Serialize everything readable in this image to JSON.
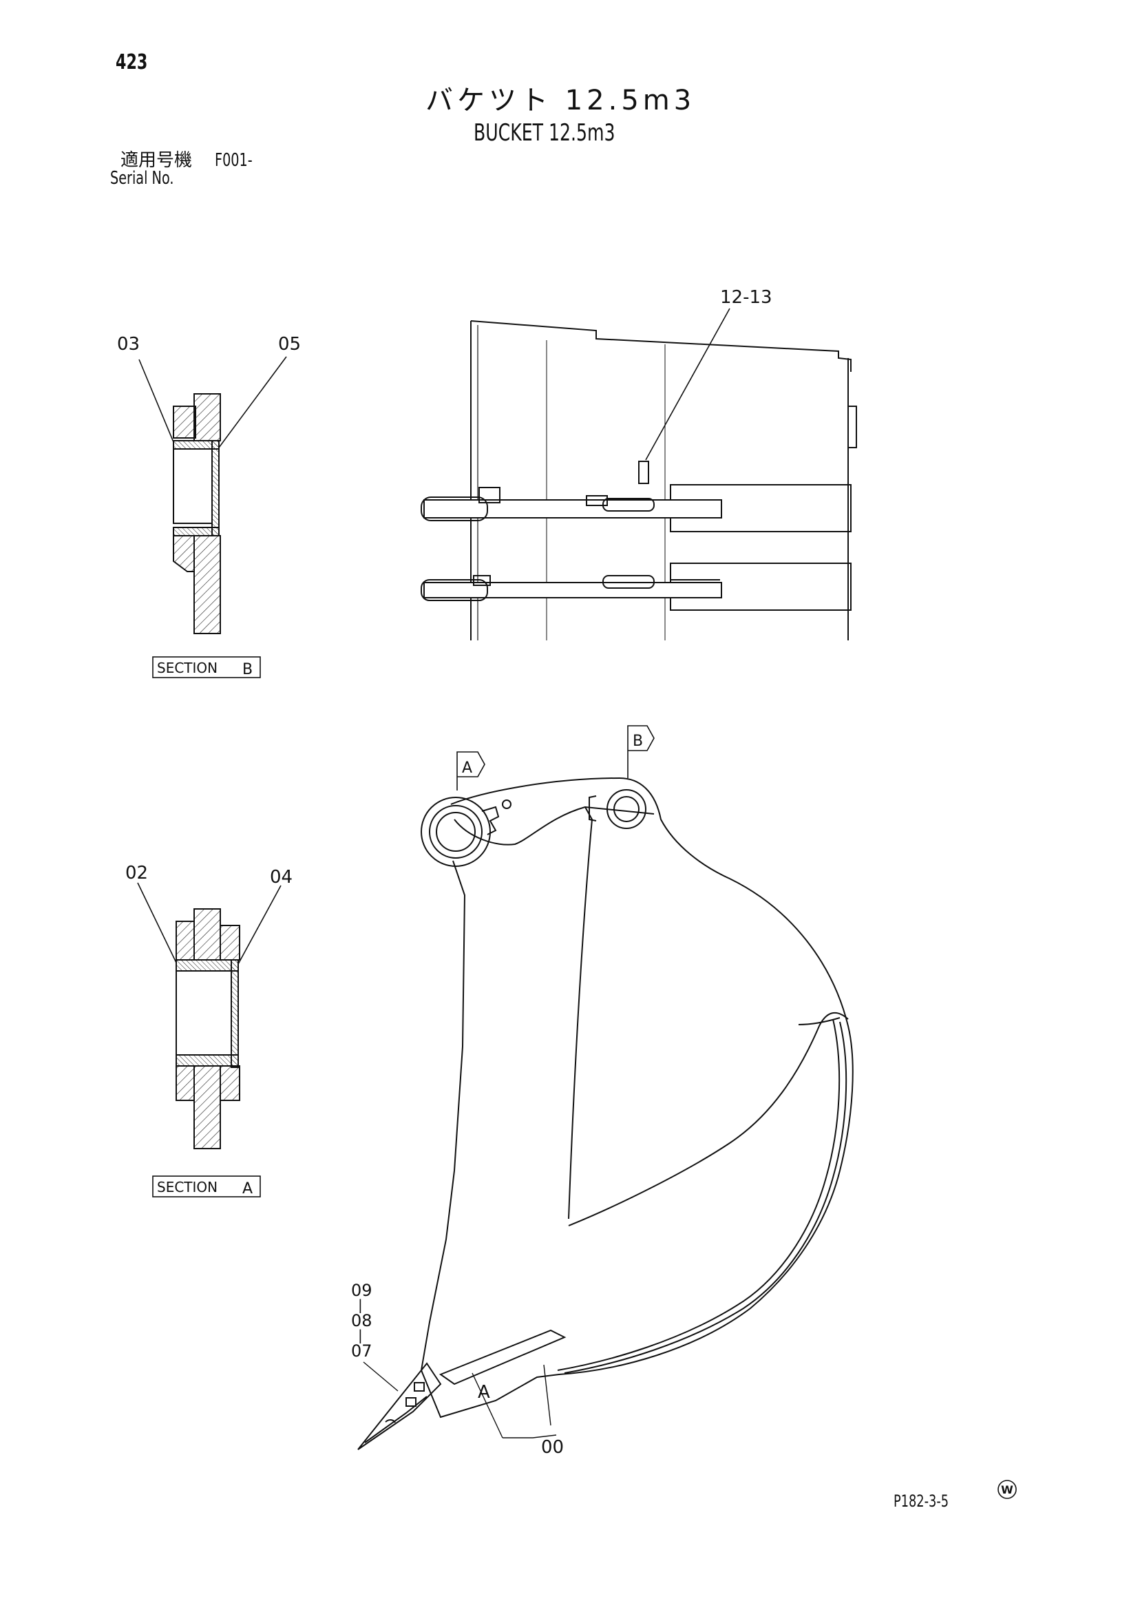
{
  "header": {
    "page_number": "423",
    "title_jp": "バケツト 12.5m3",
    "title_en": "BUCKET 12.5m3",
    "serial_label_jp": "適用号機",
    "serial_value": "F001-",
    "serial_label_en": "Serial No."
  },
  "callouts": {
    "p03": "03",
    "p05": "05",
    "p02": "02",
    "p04": "04",
    "p12_13": "12-13",
    "p09": "09",
    "p08": "08",
    "p07": "07",
    "p00": "00",
    "sep1": "|",
    "sep2": "|"
  },
  "section_markers": {
    "a": "A",
    "b": "B",
    "a_tooth": "A"
  },
  "section_views": {
    "b_label": "SECTION",
    "b_letter": "B",
    "a_label": "SECTION",
    "a_letter": "A"
  },
  "footer": {
    "mark": "W",
    "drawing_code": "P182-3-5"
  }
}
